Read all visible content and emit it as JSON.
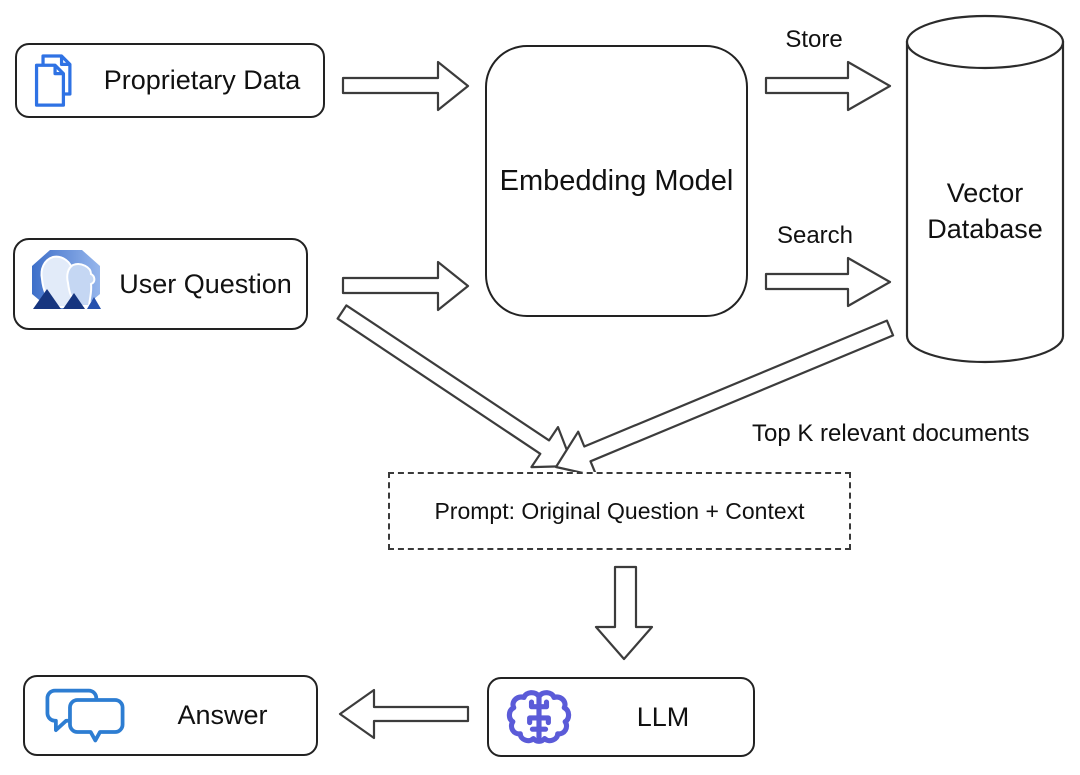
{
  "nodes": {
    "proprietary_data": {
      "label": "Proprietary Data"
    },
    "user_question": {
      "label": "User Question"
    },
    "embedding_model": {
      "label": "Embedding Model"
    },
    "vector_database": {
      "label": "Vector Database"
    },
    "prompt": {
      "label": "Prompt: Original Question + Context"
    },
    "llm": {
      "label": "LLM"
    },
    "answer": {
      "label": "Answer"
    }
  },
  "edge_labels": {
    "store": "Store",
    "search": "Search",
    "top_k": "Top K relevant documents"
  },
  "colors": {
    "outline": "#222222",
    "doc_icon": "#2f72e4",
    "users_icon_dark": "#16357f",
    "users_icon_mid": "#2450ad",
    "users_icon_grad_start": "#3e6fc9",
    "users_icon_grad_end": "#96b6ec",
    "users_icon_face_light": "#e2ebf9",
    "users_icon_face_shaded": "#c5d7f3",
    "brain_icon": "#5b5bd8",
    "chat_icon": "#2d7dd2"
  }
}
